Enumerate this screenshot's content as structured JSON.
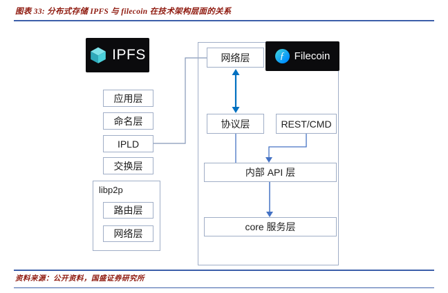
{
  "header": {
    "title": "图表 33: 分布式存储 IPFS 与 filecoin 在技术架构层面的关系"
  },
  "diagram": {
    "ipfs": {
      "logo_text": "IPFS",
      "logo_icon": "ipfs-cube-icon",
      "layers": [
        "应用层",
        "命名层",
        "IPLD",
        "交换层"
      ],
      "libp2p_label": "libp2p",
      "libp2p_layers": [
        "路由层",
        "网络层"
      ]
    },
    "filecoin": {
      "logo_text": "Filecoin",
      "logo_icon": "filecoin-coin-icon",
      "network_layer": "网络层",
      "protocol_layer": "协议层",
      "rest_cmd": "REST/CMD",
      "internal_api_layer": "内部 API 层",
      "core_service_layer": "core 服务层"
    }
  },
  "footer": {
    "source": "资料来源：公开资料，国盛证券研究所"
  },
  "colors": {
    "title_red": "#8f1a0f",
    "rule_blue": "#3b5ea9",
    "double_arrow_blue": "#0070c0",
    "connector_blue": "#4472c4",
    "connector_gray": "#8496b8",
    "box_border": "#9fadc6",
    "ipfs_cyan": "#49cdd8",
    "filecoin_blue": "#0090ff",
    "logo_black": "#0b0b0d"
  }
}
